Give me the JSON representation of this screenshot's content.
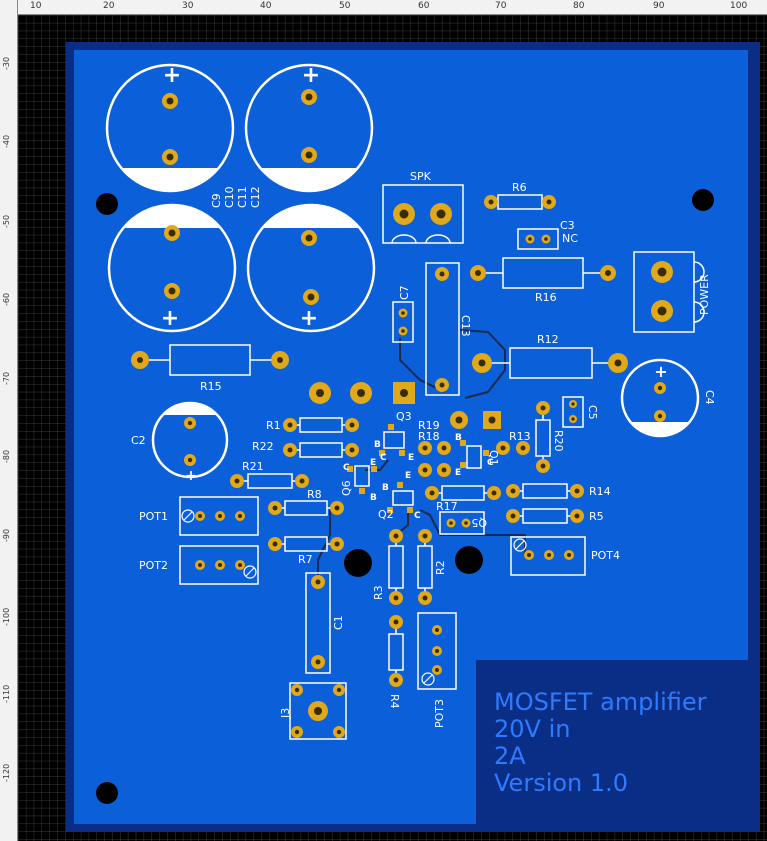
{
  "ruler": {
    "top": [
      "10",
      "20",
      "30",
      "40",
      "50",
      "60",
      "70",
      "80",
      "90",
      "100"
    ],
    "left": [
      "-30",
      "-40",
      "-50",
      "-60",
      "-70",
      "-80",
      "-90",
      "-100",
      "-110",
      "-120"
    ]
  },
  "board": {
    "colors": {
      "background": "#000000",
      "grid": "#3a3a3a",
      "board_outline": "#0a2d86",
      "copper_pour": "#0b5fd8",
      "silk": "#ffffff",
      "pad_ring": "#e0a91c",
      "pad_hole": "#3a2c00",
      "trace": "#1a2a4a",
      "text_block": "#0a2d86",
      "text_color": "#2e7bff"
    }
  },
  "labels": {
    "C9": "C9",
    "C10": "C10",
    "C11": "C11",
    "C12": "C12",
    "SPK": "SPK",
    "R6": "R6",
    "C3": "C3",
    "NC": "NC",
    "R16": "R16",
    "POWER": "POWER",
    "C7": "C7",
    "C13": "C13",
    "R12": "R12",
    "R15": "R15",
    "C4": "C4",
    "C5": "C5",
    "R1": "R1",
    "R22": "R22",
    "Q3": "Q3",
    "R19": "R19",
    "R18": "R18",
    "R13": "R13",
    "R20": "R20",
    "C2": "C2",
    "R21": "R21",
    "Q6": "Q6",
    "Q1": "Q1",
    "R8": "R8",
    "R17": "R17",
    "R14": "R14",
    "Q2": "Q2",
    "R5": "R5",
    "POT1": "POT1",
    "POT2": "POT2",
    "Q5": "Q5",
    "POT4": "POT4",
    "R7": "R7",
    "R3": "R3",
    "R2": "R2",
    "C1": "C1",
    "J3": "J3",
    "R4": "R4",
    "POT3": "POT3",
    "B": "B",
    "C": "C",
    "E": "E"
  },
  "info": {
    "line1": "MOSFET amplifier",
    "line2": "20V in",
    "line3": "2A",
    "line4": "Version 1.0"
  }
}
